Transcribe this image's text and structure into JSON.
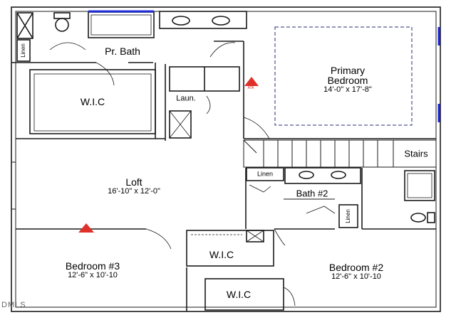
{
  "rooms": {
    "pr_bath": {
      "name": "Pr. Bath"
    },
    "wic_primary": {
      "name": "W.I.C"
    },
    "laundry": {
      "name": "Laun."
    },
    "primary_bedroom": {
      "name": "Primary Bedroom",
      "name_line1": "Primary",
      "name_line2": "Bedroom",
      "dims": "14'-0\" x 17'-8\""
    },
    "stairs": {
      "name": "Stairs"
    },
    "loft": {
      "name": "Loft",
      "dims": "16'-10\" x 12'-0\""
    },
    "linen_upper": {
      "name": "Linen"
    },
    "linen_mid": {
      "name": "Linen"
    },
    "linen_lower": {
      "name": "Linen"
    },
    "bath_2": {
      "name": "Bath #2"
    },
    "wic_center": {
      "name": "W.I.C"
    },
    "wic_lower": {
      "name": "W.I.C"
    },
    "bedroom_3": {
      "name": "Bedroom #3",
      "dims": "12'-6\" x 10'-10"
    },
    "bedroom_2": {
      "name": "Bedroom #2",
      "dims": "12'-6\" x 10'-10"
    }
  },
  "markers": {
    "hvac_tag": "ATA"
  },
  "watermark": "DMLS",
  "colors": {
    "wall": "#1a1a1a",
    "window": "#1f2bd6",
    "marker": "#e0302a",
    "dashed": "#2a2a7a"
  }
}
